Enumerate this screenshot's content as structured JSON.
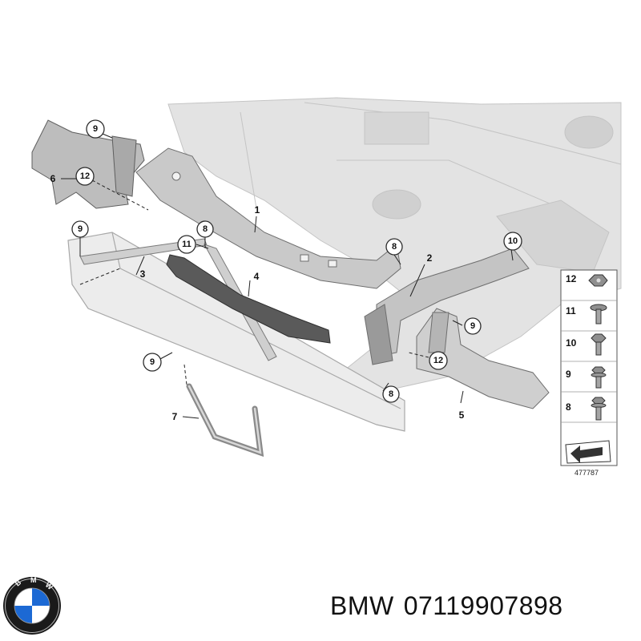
{
  "diagram": {
    "callouts_circled": [
      {
        "id": "c9a",
        "label": "9"
      },
      {
        "id": "c12a",
        "label": "12"
      },
      {
        "id": "c9b",
        "label": "9"
      },
      {
        "id": "c11",
        "label": "11"
      },
      {
        "id": "c8a",
        "label": "8"
      },
      {
        "id": "c8b",
        "label": "8"
      },
      {
        "id": "c10",
        "label": "10"
      },
      {
        "id": "c9c",
        "label": "9"
      },
      {
        "id": "c12b",
        "label": "12"
      },
      {
        "id": "c8c",
        "label": "8"
      },
      {
        "id": "c9d",
        "label": "9"
      }
    ],
    "callouts_plain": [
      {
        "id": "p6",
        "label": "6"
      },
      {
        "id": "p1",
        "label": "1"
      },
      {
        "id": "p3",
        "label": "3"
      },
      {
        "id": "p4",
        "label": "4"
      },
      {
        "id": "p2",
        "label": "2"
      },
      {
        "id": "p7",
        "label": "7"
      },
      {
        "id": "p5",
        "label": "5"
      }
    ],
    "fastener_panel": [
      "12",
      "11",
      "10",
      "9",
      "8"
    ],
    "reference_number": "477787"
  },
  "brand": {
    "name": "BMW",
    "part_number": "07119907898",
    "logo_colors": {
      "ring": "#1a1a1a",
      "blue": "#1c69d4",
      "white": "#ffffff"
    }
  }
}
